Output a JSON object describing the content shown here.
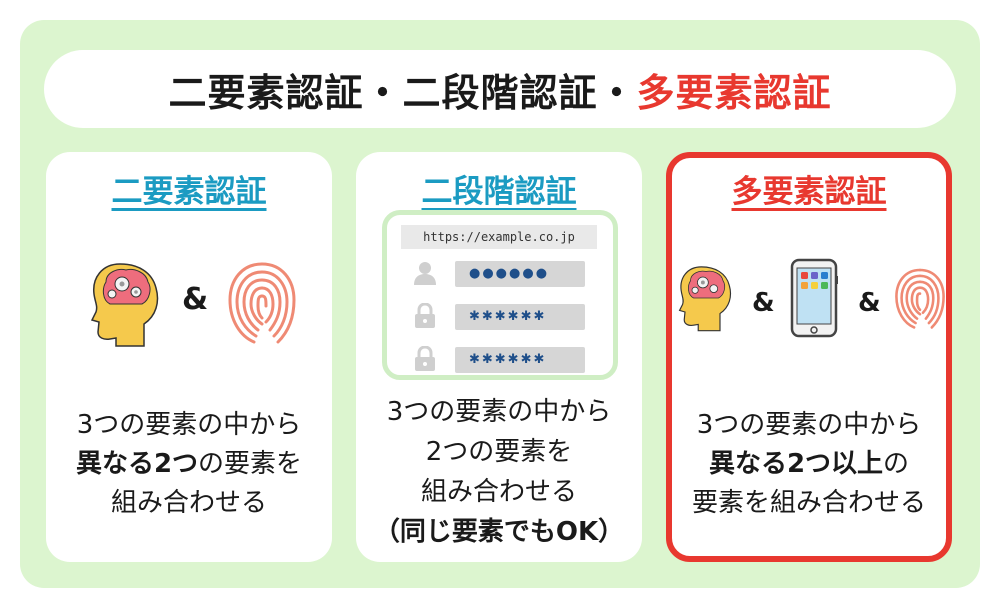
{
  "header": {
    "title_part1": "二要素認証・二段階認証・",
    "title_part2": "多要素認証"
  },
  "cards": [
    {
      "title": "二要素認証",
      "ampersand": "&",
      "icons": [
        "brain-gear-icon",
        "fingerprint-icon"
      ],
      "desc_line1": "3つの要素の中から",
      "desc_line2_bold": "異なる2つ",
      "desc_line2_rest": "の要素を",
      "desc_line3": "組み合わせる"
    },
    {
      "title": "二段階認証",
      "url": "https://example.co.jp",
      "fields": [
        "●●●●●●",
        "✱✱✱✱✱✱",
        "✱✱✱✱✱✱"
      ],
      "icons": [
        "user-icon",
        "lock-icon",
        "lock-icon"
      ],
      "desc_line1": "3つの要素の中から",
      "desc_line2": "2つの要素を",
      "desc_line3": "組み合わせる",
      "desc_line4": "（同じ要素でもOK）"
    },
    {
      "title": "多要素認証",
      "ampersand": "&",
      "icons": [
        "brain-gear-icon",
        "smartphone-icon",
        "fingerprint-icon"
      ],
      "desc_line1": "3つの要素の中から",
      "desc_line2_bold": "異なる2つ以上",
      "desc_line2_rest": "の",
      "desc_line3": "要素を組み合わせる"
    }
  ],
  "colors": {
    "background": "#dcf5cf",
    "accent_blue": "#1b9bc2",
    "accent_red": "#e8382f"
  }
}
